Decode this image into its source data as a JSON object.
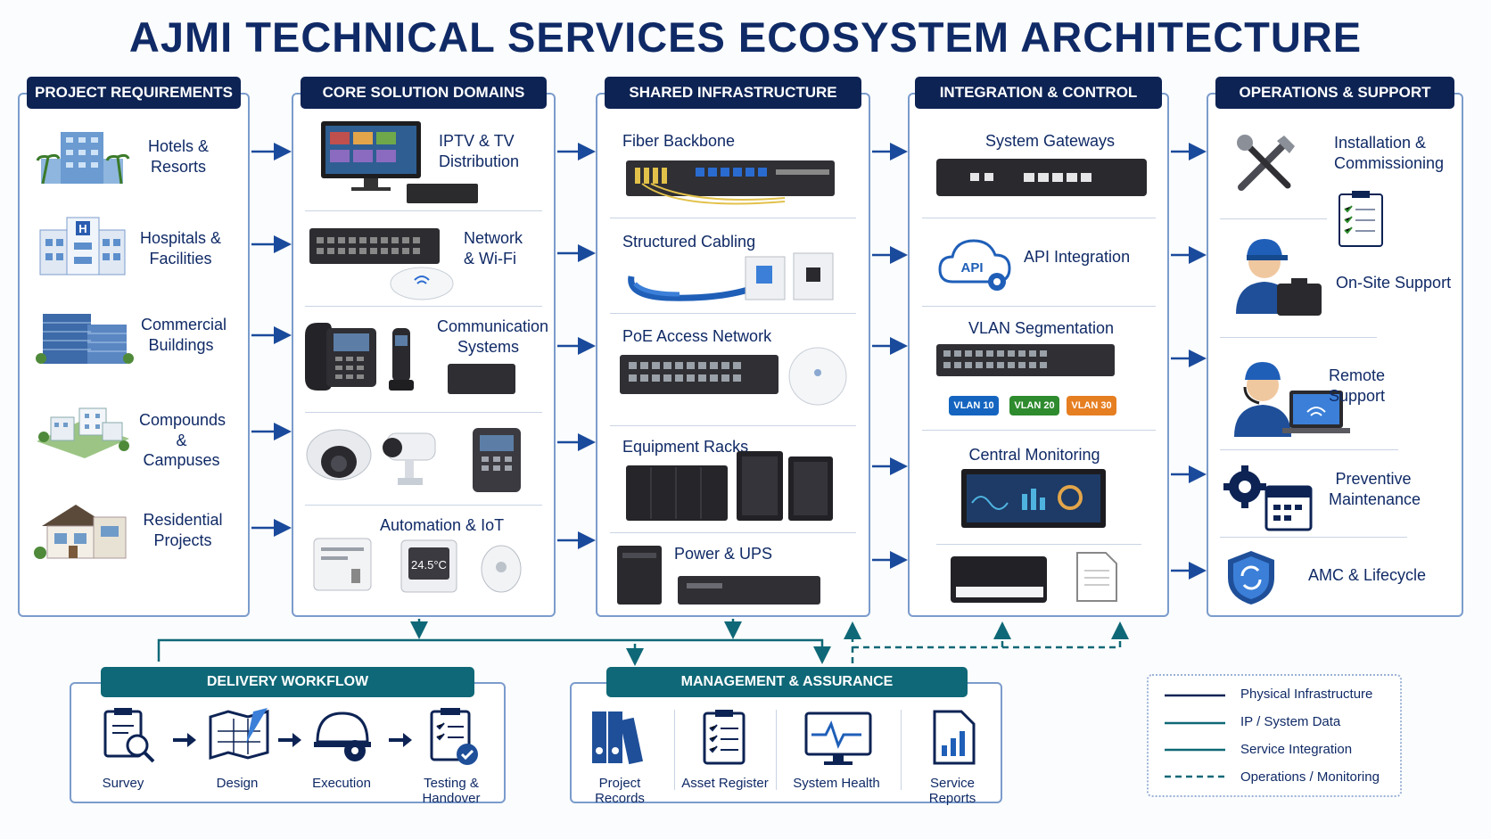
{
  "title": "AJMI TECHNICAL SERVICES ECOSYSTEM ARCHITECTURE",
  "columns": [
    {
      "header": "PROJECT REQUIREMENTS",
      "items": [
        {
          "label": "Hotels & Resorts",
          "icon": "hotel-building-icon"
        },
        {
          "label": "Hospitals & Facilities",
          "icon": "hospital-building-icon"
        },
        {
          "label": "Commercial Buildings",
          "icon": "office-building-icon"
        },
        {
          "label": "Compounds & Campuses",
          "icon": "campus-icon"
        },
        {
          "label": "Residential Projects",
          "icon": "house-icon"
        }
      ]
    },
    {
      "header": "CORE SOLUTION DOMAINS",
      "items": [
        {
          "label": "IPTV & TV Distribution",
          "icon": "tv-icon"
        },
        {
          "label": "Network & Wi-Fi",
          "icon": "network-switch-icon"
        },
        {
          "label": "Communication Systems",
          "icon": "ip-phone-icon"
        },
        {
          "label": "",
          "icon": "cctv-camera-icon"
        },
        {
          "label": "Automation & IoT",
          "icon": "thermostat-icon"
        }
      ]
    },
    {
      "header": "SHARED INFRASTRUCTURE",
      "items": [
        {
          "label": "Fiber Backbone",
          "icon": "fiber-patch-panel-icon"
        },
        {
          "label": "Structured Cabling",
          "icon": "ethernet-cable-icon"
        },
        {
          "label": "PoE Access Network",
          "icon": "poe-switch-icon"
        },
        {
          "label": "Equipment Racks",
          "icon": "server-rack-icon"
        },
        {
          "label": "Power & UPS",
          "icon": "ups-icon"
        }
      ]
    },
    {
      "header": "INTEGRATION & CONTROL",
      "items": [
        {
          "label": "System Gateways",
          "icon": "gateway-icon"
        },
        {
          "label": "API Integration",
          "icon": "api-cloud-icon"
        },
        {
          "label": "VLAN Segmentation",
          "icon": "vlan-switch-icon"
        },
        {
          "label": "Central Monitoring",
          "icon": "dashboard-monitor-icon"
        },
        {
          "label": "",
          "icon": "documents-icon"
        }
      ]
    },
    {
      "header": "OPERATIONS & SUPPORT",
      "items": [
        {
          "label": "Installation & Commissioning",
          "icon": "tools-icon"
        },
        {
          "label": "On-Site Support",
          "icon": "technician-icon"
        },
        {
          "label": "Remote Support",
          "icon": "headset-laptop-icon"
        },
        {
          "label": "Preventive Maintenance",
          "icon": "gear-calendar-icon"
        },
        {
          "label": "AMC & Lifecycle",
          "icon": "shield-refresh-icon"
        }
      ]
    }
  ],
  "vlans": [
    {
      "label": "VLAN 10",
      "color": "#1565c0"
    },
    {
      "label": "VLAN 20",
      "color": "#2e8b2e"
    },
    {
      "label": "VLAN 30",
      "color": "#e67e22"
    }
  ],
  "delivery": {
    "header": "DELIVERY WORKFLOW",
    "steps": [
      "Survey",
      "Design",
      "Execution",
      "Testing & Handover"
    ]
  },
  "management": {
    "header": "MANAGEMENT & ASSURANCE",
    "items": [
      "Project Records",
      "Asset Register",
      "System Health",
      "Service Reports"
    ]
  },
  "legend": [
    {
      "label": "Physical Infrastructure",
      "color": "#0d2354",
      "style": "solid"
    },
    {
      "label": "IP / System Data",
      "color": "#0f6877",
      "style": "solid"
    },
    {
      "label": "Service Integration",
      "color": "#0f6877",
      "style": "solid"
    },
    {
      "label": "Operations / Monitoring",
      "color": "#0f6877",
      "style": "dashed"
    }
  ],
  "colors": {
    "navy": "#0d2354",
    "teal": "#0f6877",
    "border": "#7b9ccc",
    "arrow": "#1a4a9c"
  }
}
